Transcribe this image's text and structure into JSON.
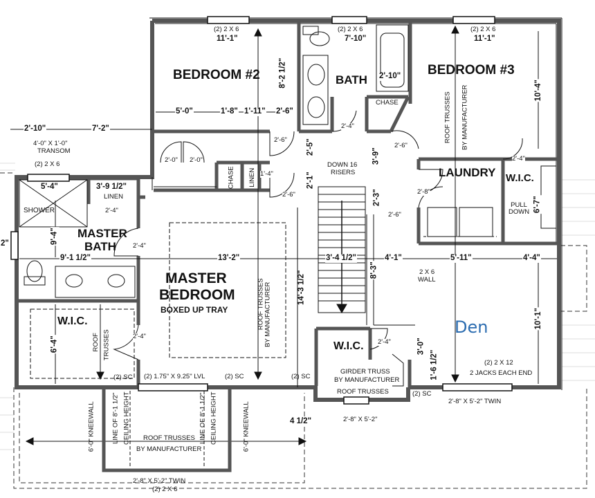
{
  "rooms": {
    "bedroom2": "BEDROOM #2",
    "bedroom3": "BEDROOM #3",
    "bath": "BATH",
    "laundry": "LAUNDRY",
    "wic_top": "W.I.C.",
    "master_bath_1": "MASTER",
    "master_bath_2": "BATH",
    "master_bed_1": "MASTER",
    "master_bed_2": "BEDROOM",
    "master_bed_sub": "BOXED UP TRAY",
    "wic_left": "W.I.C.",
    "wic_mid": "W.I.C.",
    "den": "Den",
    "shower": "SHOWER",
    "linen": "LINEN",
    "chase_mid": "CHASE",
    "chase_top": "CHASE",
    "linen_vert": "LINEN",
    "pull_down": "PULL\nDOWN"
  },
  "dimensions": {
    "br2_width": "11'-1\"",
    "bath_width": "7'-10\"",
    "br3_width": "11'-1\"",
    "br2_depth": "8'-2 1/2\"",
    "br3_depth": "10'-4\"",
    "d_5_0": "5'-0\"",
    "d_1_8": "1'-8\"",
    "d_1_11": "1'-11\"",
    "d_2_6a": "2'-6\"",
    "d_2_10": "2'-10\"",
    "d_7_2": "7'-2\"",
    "d_5_4": "5'-4\"",
    "d_3_9_half": "3'-9 1/2\"",
    "d_9_4": "9'-4\"",
    "d_9_1_half": "9'-1 1/2\"",
    "d_13_2": "13'-2\"",
    "d_3_4_half": "3'-4 1/2\"",
    "d_4_1": "4'-1\"",
    "d_5_11": "5'-11\"",
    "d_4_4": "4'-4\"",
    "d_14_3_half": "14'-3 1/2\"",
    "d_8_3": "8'-3\"",
    "d_10_1": "10'-1\"",
    "d_6_4": "6'-4\"",
    "d_3_0": "3'-0\"",
    "d_1_6_half": "1'-6 1/2\"",
    "d_4_half": "4 1/2\"",
    "d_2_10_tub": "2'-10\"",
    "d_3_9": "3'-9\"",
    "d_2_1": "2'-1\"",
    "d_2_3": "2'-3\"",
    "d_2_5": "2'-5\"",
    "d_6_7": "6'-7\"",
    "d_2_left": "2\""
  },
  "doors": {
    "d1": "2'-0\"",
    "d2": "2'-0\"",
    "d3": "2'-6\"",
    "d4": "1'-4\"",
    "d5": "2'-6\"",
    "d6": "2'-4\"",
    "d7": "2'-6\"",
    "d8": "2'-4\"",
    "d9": "2'-8\"",
    "d10": "2'-6\"",
    "d11": "2'-4\"",
    "d12": "2'-4\"",
    "d13": "2'-4\"",
    "d14": "2'-4\""
  },
  "notes": {
    "hdr_br2": "(2) 2 X 6",
    "hdr_bath": "(2) 2 X 6",
    "hdr_br3": "(2) 2 X 6",
    "hdr_shower": "(2) 2 X 6",
    "transom_1": "4'-0\" X 1'-0\"",
    "transom_2": "TRANSOM",
    "stairs_1": "DOWN 16",
    "stairs_2": "RISERS",
    "trusses_br3_1": "ROOF TRUSSES",
    "trusses_br3_2": "BY MANUFACTURER",
    "trusses_mb_1": "ROOF TRUSSES",
    "trusses_mb_2": "BY MANUFACTURER",
    "roof_trusses_wic_1": "ROOF",
    "roof_trusses_wic_2": "TRUSSES",
    "wall_1": "2 X 6",
    "wall_2": "WALL",
    "lvl": "(2) 1.75\" X 9.25\" LVL",
    "sc1": "(2) SC",
    "sc2": "(2) SC",
    "sc3": "(2) SC",
    "sc4": "(2) SC",
    "girder_1": "GIRDER TRUSS",
    "girder_2": "BY MANUFACTURER",
    "roof_trusses_bottom": "ROOF TRUSSES",
    "hdr_2x12": "(2) 2 X 12",
    "jacks": "2 JACKS EACH END",
    "window_twin_right": "2'-8\" X 5'-2\" TWIN",
    "window_mid": "2'-8\" X 5'-2\"",
    "kneewall_1": "6'-0\" KNEEWALL",
    "kneewall_2": "6'-0\" KNEEWALL",
    "ceiling_1": "LINE OF 8'-1 1/2\"",
    "ceiling_1b": "CEILING HEIGHT",
    "ceiling_2": "LINE OF 8'-1 1/2\"",
    "ceiling_2b": "CEILING HEIGHT",
    "roof_bottom_1": "ROOF TRUSSES",
    "roof_bottom_2": "BY MANUFACTURER",
    "window_twin_bottom": "2'-8\" X 5'-2\" TWIN",
    "hdr_bottom": "(2) 2 X 6"
  },
  "colors": {
    "wall": "#555555",
    "ink": "#111111",
    "den_text": "#2b6cb0"
  }
}
